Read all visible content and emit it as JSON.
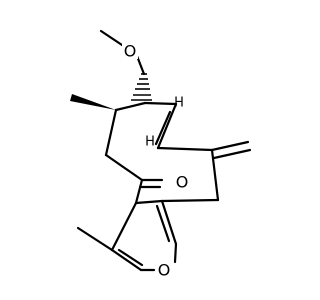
{
  "atoms": {
    "methoxy_oxygen": "O",
    "ketone_oxygen": "O",
    "furan_oxygen": "O",
    "alkene_h_upper": "H",
    "alkene_h_lower": "H"
  }
}
